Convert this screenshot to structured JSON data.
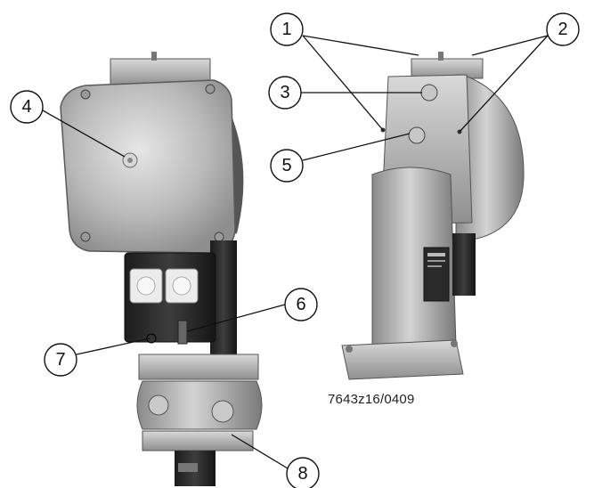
{
  "figure": {
    "reference_code": "7643z16/0409",
    "callouts": [
      {
        "id": "c1",
        "label": "1"
      },
      {
        "id": "c2",
        "label": "2"
      },
      {
        "id": "c3",
        "label": "3"
      },
      {
        "id": "c4",
        "label": "4"
      },
      {
        "id": "c5",
        "label": "5"
      },
      {
        "id": "c6",
        "label": "6"
      },
      {
        "id": "c7",
        "label": "7"
      },
      {
        "id": "c8",
        "label": "8"
      }
    ]
  }
}
